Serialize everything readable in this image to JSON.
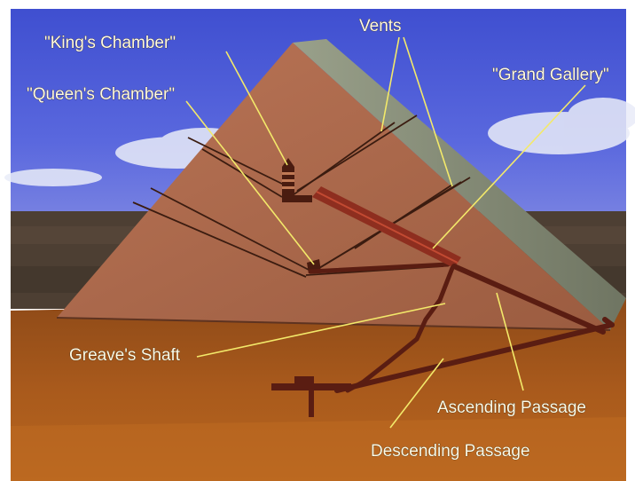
{
  "labels": {
    "kings_chamber": "\"King's Chamber\"",
    "queens_chamber": "\"Queen's Chamber\"",
    "vents": "Vents",
    "grand_gallery": "\"Grand Gallery\"",
    "greaves_shaft": "Greave's Shaft",
    "ascending_passage": "Ascending Passage",
    "descending_passage": "Descending Passage"
  },
  "colors": {
    "sky": "#4b5ad6",
    "pyramid_face": "#a9684c",
    "pyramid_side": "#8a8e77",
    "ground": "#a5561a",
    "passage": "#5a1d12",
    "label_text": "#fffbe6",
    "leader_line": "#f3e96a"
  }
}
